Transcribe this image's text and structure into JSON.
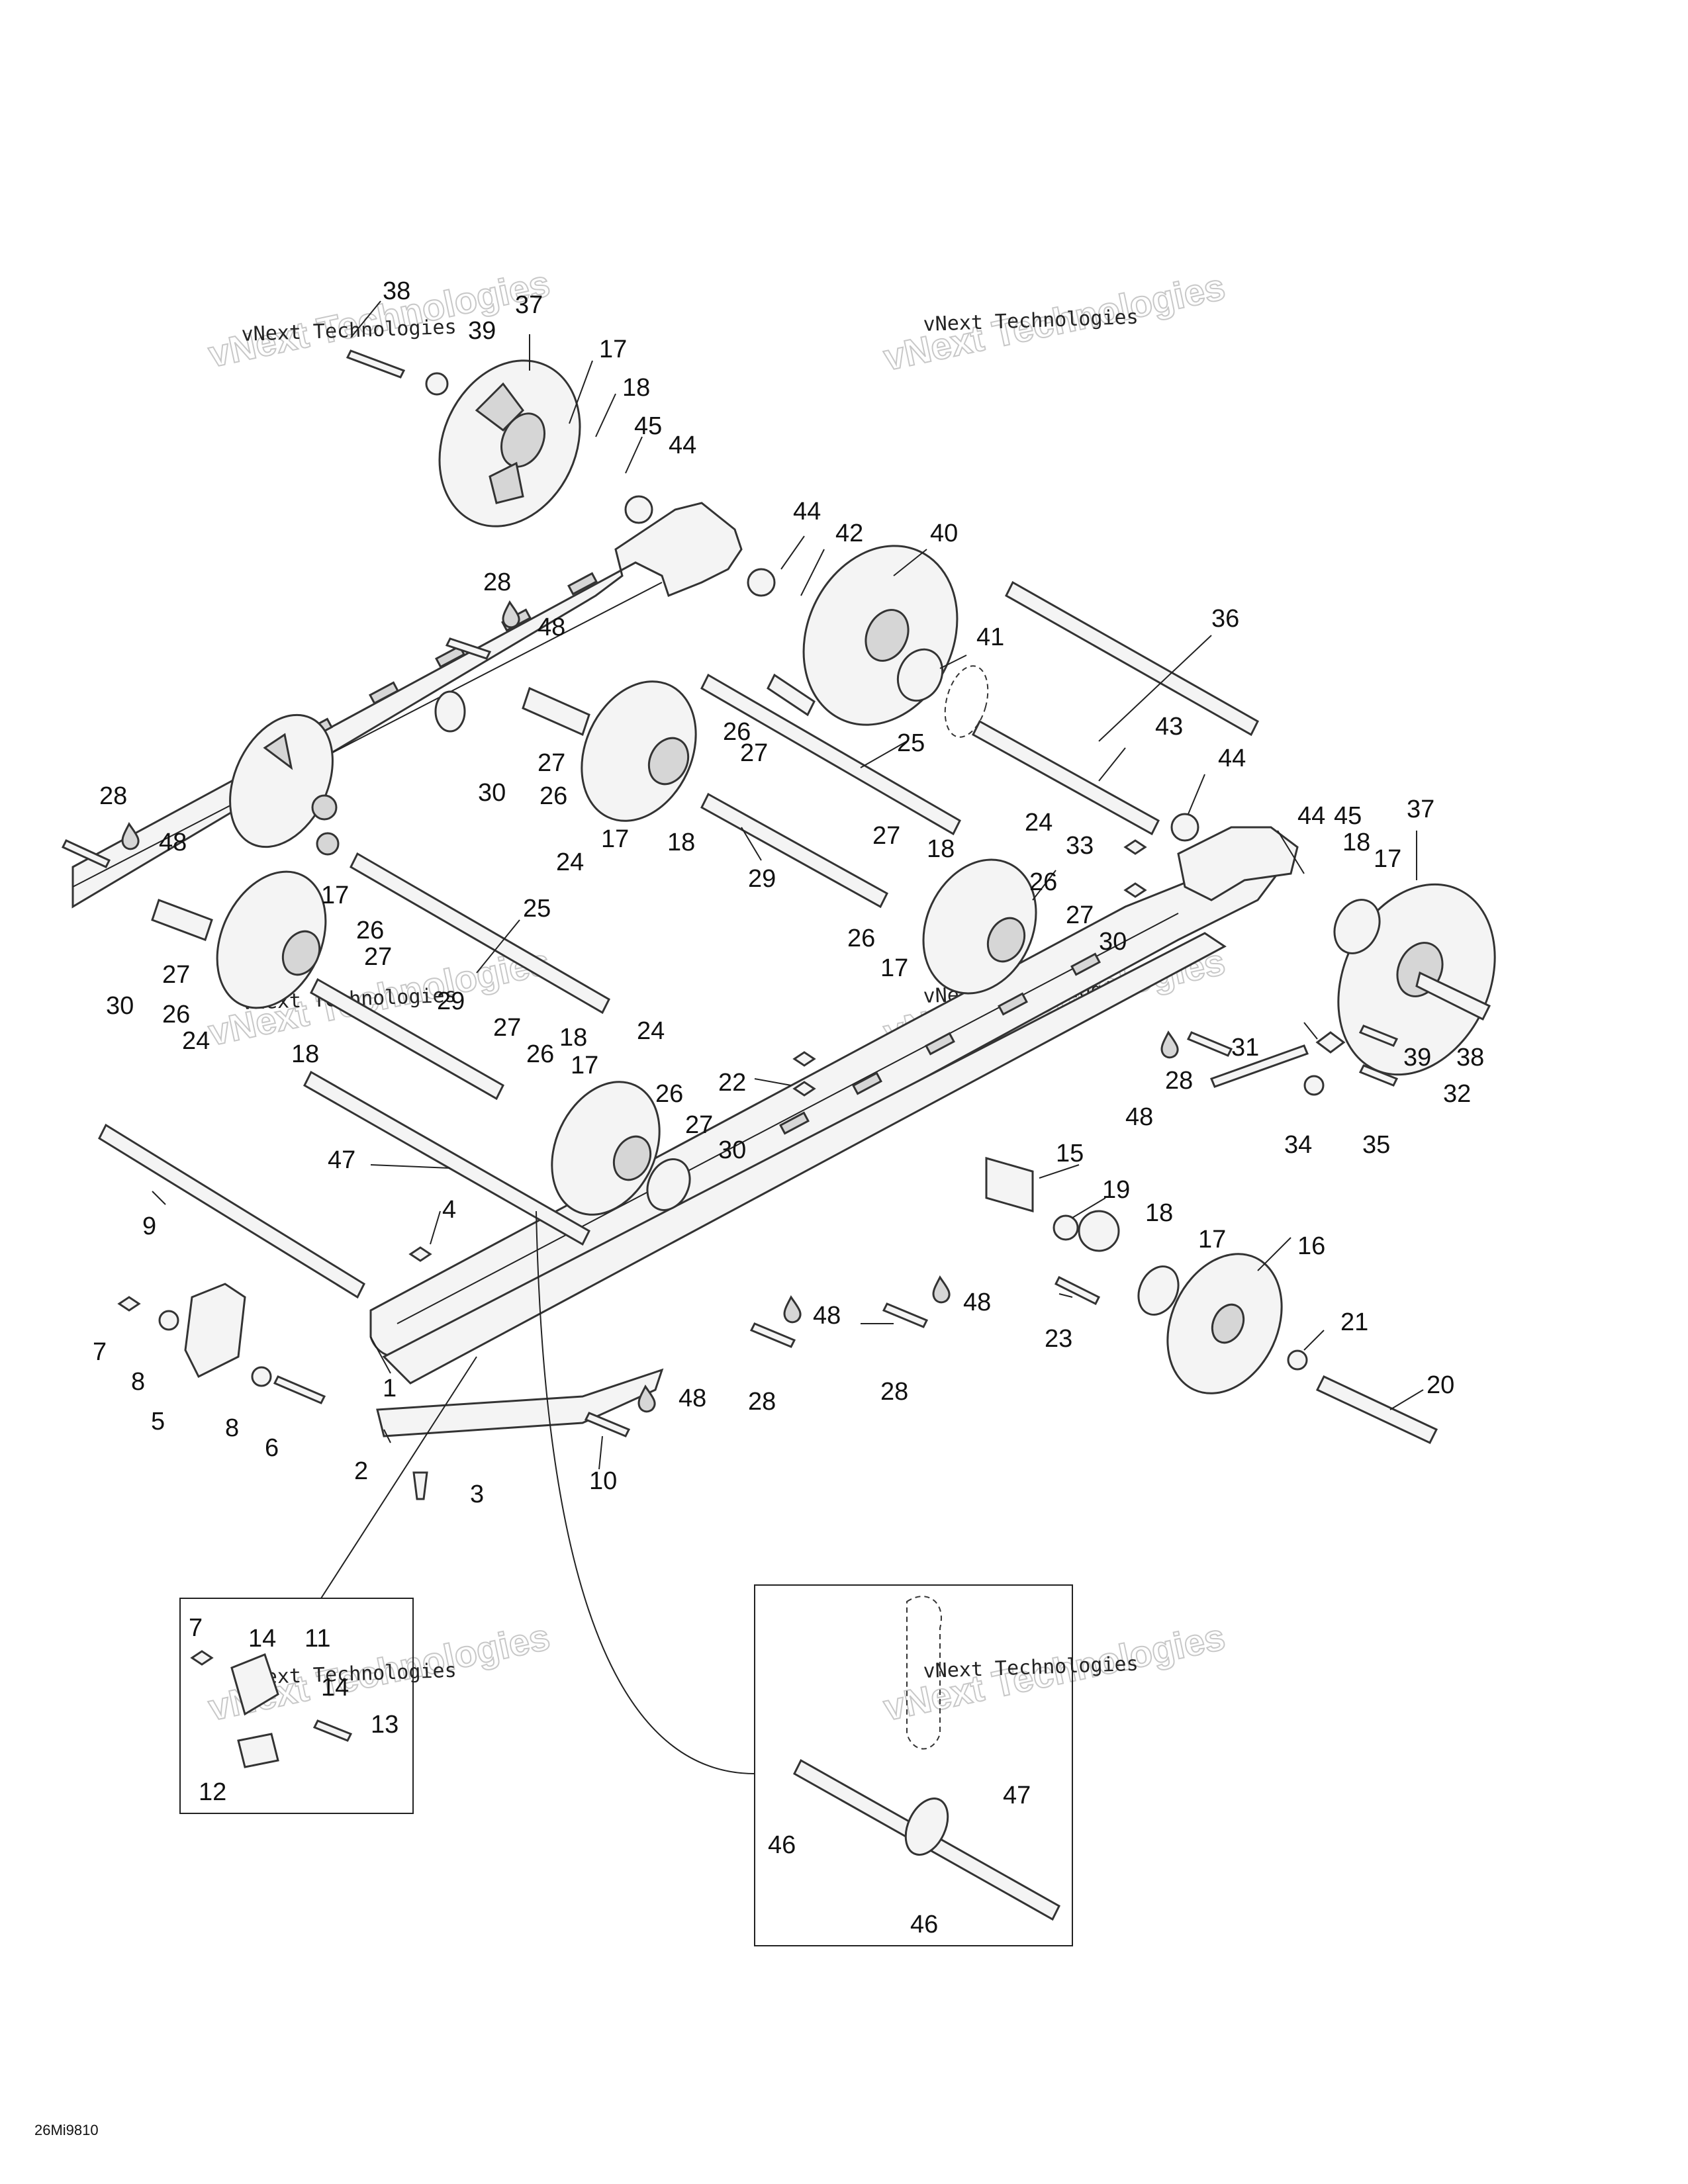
{
  "diagram": {
    "reference_code": "26Mi9810",
    "watermark": {
      "line1": "vNext Technologies",
      "line2": "vNext Technologies"
    },
    "callouts": [
      {
        "id": "c38a",
        "text": "38"
      },
      {
        "id": "c37a",
        "text": "37"
      },
      {
        "id": "c39a",
        "text": "39"
      },
      {
        "id": "c17a",
        "text": "17"
      },
      {
        "id": "c18a",
        "text": "18"
      },
      {
        "id": "c45a",
        "text": "45"
      },
      {
        "id": "c44a",
        "text": "44"
      },
      {
        "id": "c44b",
        "text": "44"
      },
      {
        "id": "c42",
        "text": "42"
      },
      {
        "id": "c40",
        "text": "40"
      },
      {
        "id": "c41",
        "text": "41"
      },
      {
        "id": "c36",
        "text": "36"
      },
      {
        "id": "c43",
        "text": "43"
      },
      {
        "id": "c44c",
        "text": "44"
      },
      {
        "id": "c28a",
        "text": "28"
      },
      {
        "id": "c48a",
        "text": "48"
      },
      {
        "id": "c27a",
        "text": "27"
      },
      {
        "id": "c26a",
        "text": "26"
      },
      {
        "id": "c30a",
        "text": "30"
      },
      {
        "id": "c26b",
        "text": "26"
      },
      {
        "id": "c27b",
        "text": "27"
      },
      {
        "id": "c25a",
        "text": "25"
      },
      {
        "id": "c24a",
        "text": "24"
      },
      {
        "id": "c17b",
        "text": "17"
      },
      {
        "id": "c18b",
        "text": "18"
      },
      {
        "id": "c28b",
        "text": "28"
      },
      {
        "id": "c48b",
        "text": "48"
      },
      {
        "id": "c29a",
        "text": "29"
      },
      {
        "id": "c27c",
        "text": "27"
      },
      {
        "id": "c18c",
        "text": "18"
      },
      {
        "id": "c24b",
        "text": "24"
      },
      {
        "id": "c26c",
        "text": "26"
      },
      {
        "id": "c27d",
        "text": "27"
      },
      {
        "id": "c30b",
        "text": "30"
      },
      {
        "id": "c26d",
        "text": "26"
      },
      {
        "id": "c17c",
        "text": "17"
      },
      {
        "id": "c33",
        "text": "33"
      },
      {
        "id": "c44d",
        "text": "44"
      },
      {
        "id": "c45b",
        "text": "45"
      },
      {
        "id": "c18d",
        "text": "18"
      },
      {
        "id": "c17d",
        "text": "17"
      },
      {
        "id": "c37b",
        "text": "37"
      },
      {
        "id": "c17e",
        "text": "17"
      },
      {
        "id": "c26e",
        "text": "26"
      },
      {
        "id": "c27e",
        "text": "27"
      },
      {
        "id": "c25b",
        "text": "25"
      },
      {
        "id": "c30c",
        "text": "30"
      },
      {
        "id": "c27f",
        "text": "27"
      },
      {
        "id": "c26f",
        "text": "26"
      },
      {
        "id": "c29b",
        "text": "29"
      },
      {
        "id": "c24c",
        "text": "24"
      },
      {
        "id": "c18e",
        "text": "18"
      },
      {
        "id": "c27g",
        "text": "27"
      },
      {
        "id": "c26g",
        "text": "26"
      },
      {
        "id": "c18f",
        "text": "18"
      },
      {
        "id": "c17f",
        "text": "17"
      },
      {
        "id": "c24d",
        "text": "24"
      },
      {
        "id": "c26h",
        "text": "26"
      },
      {
        "id": "c27h",
        "text": "27"
      },
      {
        "id": "c30d",
        "text": "30"
      },
      {
        "id": "c47a",
        "text": "47"
      },
      {
        "id": "c22",
        "text": "22"
      },
      {
        "id": "c31",
        "text": "31"
      },
      {
        "id": "c39b",
        "text": "39"
      },
      {
        "id": "c38b",
        "text": "38"
      },
      {
        "id": "c32",
        "text": "32"
      },
      {
        "id": "c28c",
        "text": "28"
      },
      {
        "id": "c48c",
        "text": "48"
      },
      {
        "id": "c34",
        "text": "34"
      },
      {
        "id": "c35",
        "text": "35"
      },
      {
        "id": "c15",
        "text": "15"
      },
      {
        "id": "c19",
        "text": "19"
      },
      {
        "id": "c18g",
        "text": "18"
      },
      {
        "id": "c17g",
        "text": "17"
      },
      {
        "id": "c16",
        "text": "16"
      },
      {
        "id": "c9",
        "text": "9"
      },
      {
        "id": "c4",
        "text": "4"
      },
      {
        "id": "c48d",
        "text": "48"
      },
      {
        "id": "c48e",
        "text": "48"
      },
      {
        "id": "c23",
        "text": "23"
      },
      {
        "id": "c7a",
        "text": "7"
      },
      {
        "id": "c8a",
        "text": "8"
      },
      {
        "id": "c1",
        "text": "1"
      },
      {
        "id": "c28d",
        "text": "28"
      },
      {
        "id": "c28e",
        "text": "28"
      },
      {
        "id": "c21",
        "text": "21"
      },
      {
        "id": "c48f",
        "text": "48"
      },
      {
        "id": "c20",
        "text": "20"
      },
      {
        "id": "c5",
        "text": "5"
      },
      {
        "id": "c8b",
        "text": "8"
      },
      {
        "id": "c6",
        "text": "6"
      },
      {
        "id": "c2",
        "text": "2"
      },
      {
        "id": "c10",
        "text": "10"
      },
      {
        "id": "c3",
        "text": "3"
      },
      {
        "id": "c7b",
        "text": "7"
      },
      {
        "id": "c14a",
        "text": "14"
      },
      {
        "id": "c11",
        "text": "11"
      },
      {
        "id": "c14b",
        "text": "14"
      },
      {
        "id": "c13",
        "text": "13"
      },
      {
        "id": "c12",
        "text": "12"
      },
      {
        "id": "c47b",
        "text": "47"
      },
      {
        "id": "c46a",
        "text": "46"
      },
      {
        "id": "c46b",
        "text": "46"
      }
    ]
  }
}
